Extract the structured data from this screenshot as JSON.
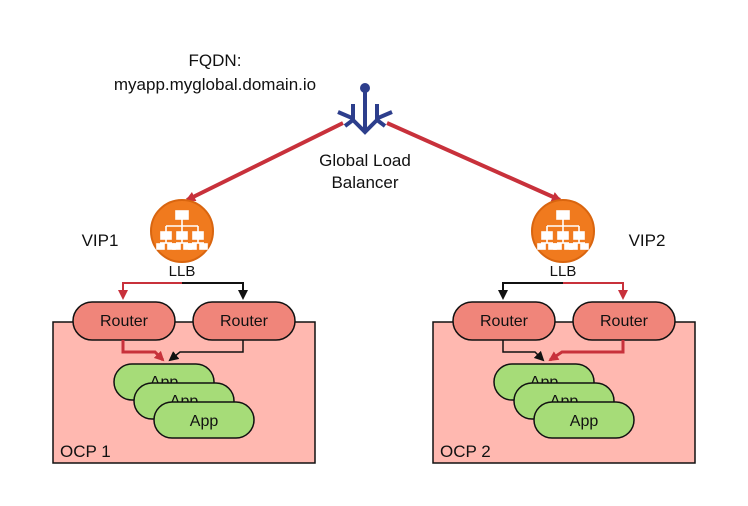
{
  "fqdn": {
    "label": "FQDN:",
    "value": "myapp.myglobal.domain.io"
  },
  "glb": {
    "line1": "Global Load",
    "line2": "Balancer",
    "icon": "global-load-balancer-icon"
  },
  "sites": [
    {
      "vip": "VIP1",
      "llb": "LLB",
      "cluster": "OCP 1",
      "routers": [
        "Router",
        "Router"
      ],
      "apps": [
        "App",
        "App",
        "App"
      ]
    },
    {
      "vip": "VIP2",
      "llb": "LLB",
      "cluster": "OCP 2",
      "routers": [
        "Router",
        "Router"
      ],
      "apps": [
        "App",
        "App",
        "App"
      ]
    }
  ],
  "colors": {
    "red_arrow": "#c8313b",
    "glb_blue": "#2d3e8c",
    "llb_orange": "#f07a1e",
    "cluster_fill": "#ffb8b0",
    "router_fill": "#f0857a",
    "app_fill": "#a6dc78"
  }
}
